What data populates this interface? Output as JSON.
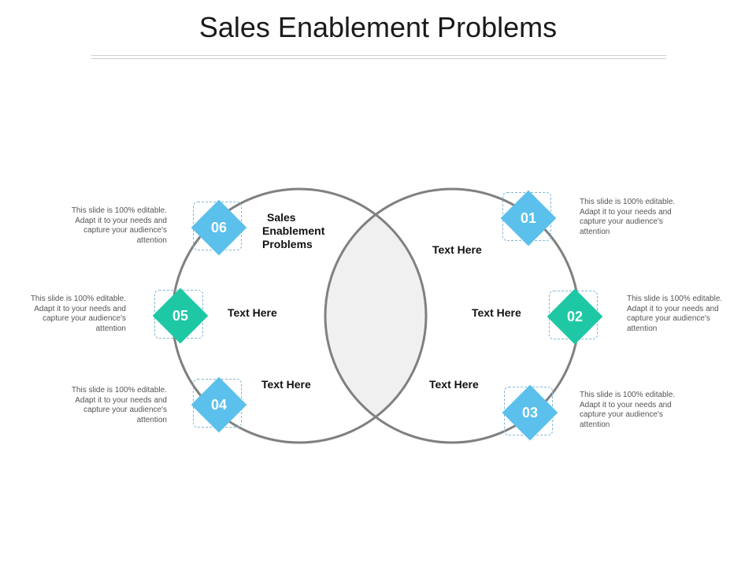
{
  "title": "Sales Enablement Problems",
  "center_title": [
    "Sales",
    "Enablement",
    "Problems"
  ],
  "inner_labels": {
    "right_top": "Text Here",
    "right_mid": "Text Here",
    "right_bottom": "Text Here",
    "left_mid": "Text Here",
    "left_bottom": "Text Here"
  },
  "items": [
    {
      "id": "01",
      "text": "This slide is 100% editable. Adapt it to your needs and capture your audience's attention",
      "color": "#5bc0eb"
    },
    {
      "id": "02",
      "text": "This slide is 100% editable. Adapt it to your needs and capture your audience's attention",
      "color": "#1fc8a5"
    },
    {
      "id": "03",
      "text": "This slide is 100% editable. Adapt it to your needs and capture your audience's attention",
      "color": "#5bc0eb"
    },
    {
      "id": "04",
      "text": "This slide is 100% editable. Adapt it to your needs and capture your audience's attention",
      "color": "#5bc0eb"
    },
    {
      "id": "05",
      "text": "This slide is 100% editable. Adapt it to your needs and capture your audience's attention",
      "color": "#1fc8a5"
    },
    {
      "id": "06",
      "text": "This slide is 100% editable. Adapt it to your needs and capture your audience's attention",
      "color": "#5bc0eb"
    }
  ],
  "colors": {
    "circle_stroke": "#808080",
    "overlap_fill": "#f0f0f0",
    "blue": "#5bc0eb",
    "teal": "#1fc8a5"
  }
}
